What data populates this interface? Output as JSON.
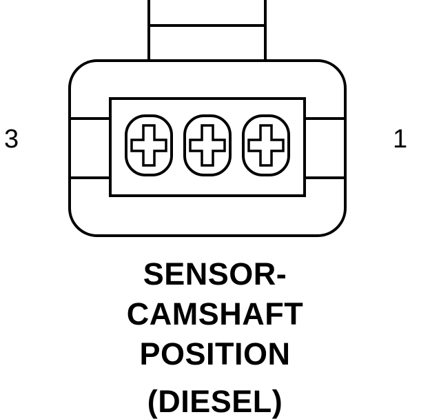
{
  "pin_labels": {
    "left": "3",
    "right": "1"
  },
  "caption": {
    "line1": "SENSOR-",
    "line2": "CAMSHAFT",
    "line3": "POSITION",
    "line4": "(DIESEL)"
  },
  "connector": {
    "pin_count": 3,
    "stroke_color": "#000000",
    "fill_color": "#ffffff"
  }
}
